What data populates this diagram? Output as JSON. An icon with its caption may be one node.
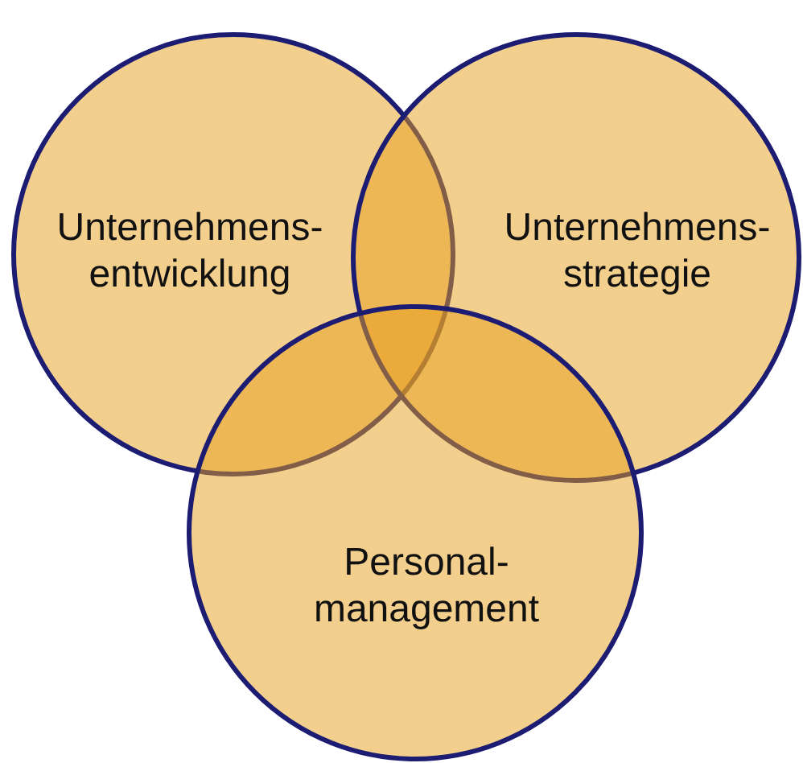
{
  "diagram": {
    "nodes": [
      {
        "text": [
          "Unternehmens- entwicklung"
        ]
      },
      {
        "text": [
          "Unternehmens- strategie"
        ]
      },
      {
        "text": [
          "Personal- management"
        ]
      }
    ]
  }
}
